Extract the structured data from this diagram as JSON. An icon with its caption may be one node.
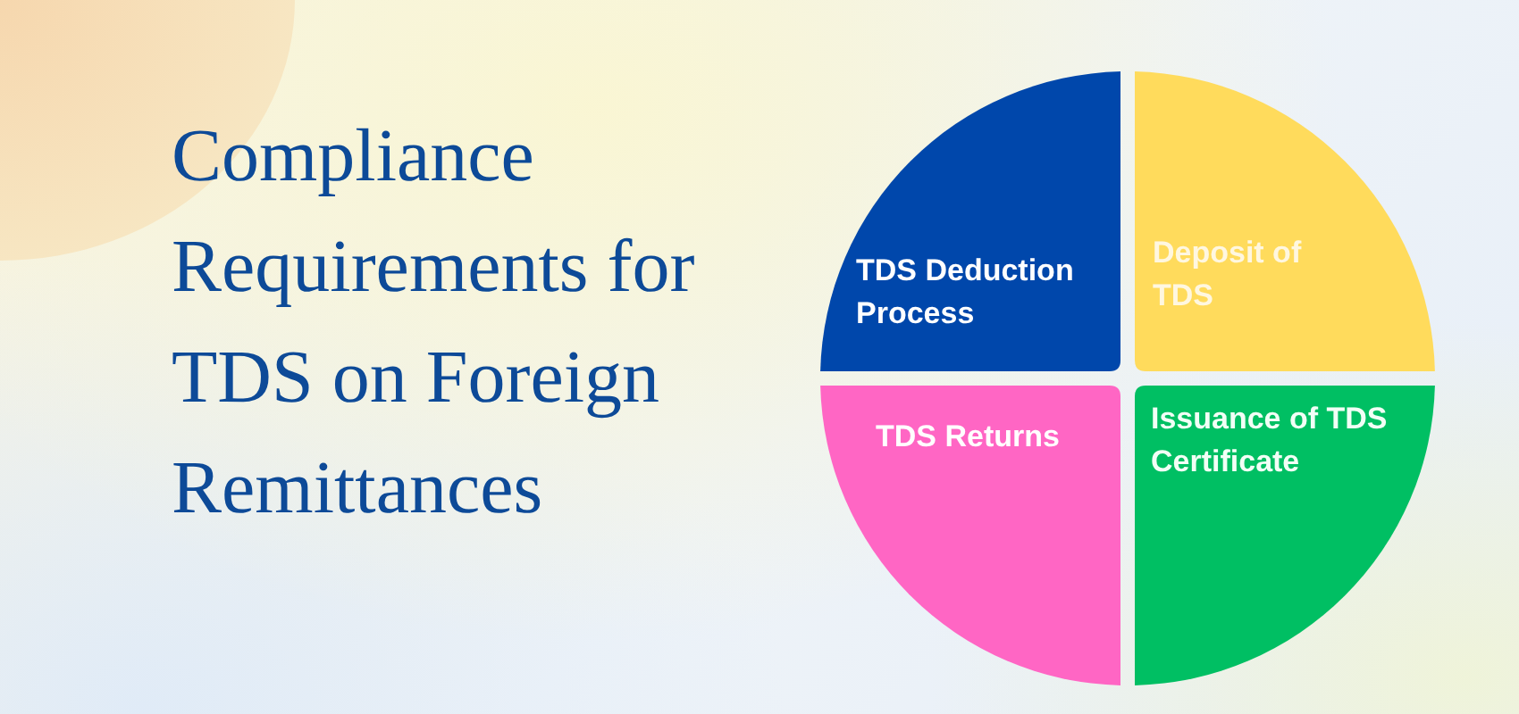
{
  "diagram": {
    "title": "Compliance Requirements for TDS on Foreign Remittances",
    "nodes": [
      {
        "text": [
          "TDS Deduction Process"
        ]
      },
      {
        "text": [
          "Deposit of TDS"
        ]
      },
      {
        "text": [
          "TDS Returns"
        ]
      },
      {
        "text": [
          "Issuance of TDS Certificate"
        ]
      }
    ]
  }
}
